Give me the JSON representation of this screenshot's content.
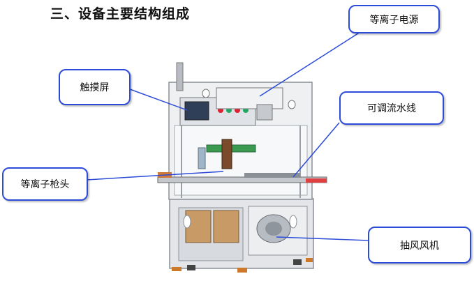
{
  "title": "三、设备主要结构组成",
  "colors": {
    "callout_border": "#2c4bd8",
    "leader_line": "#2c4bd8",
    "frame": "#c9ccd1",
    "panel_wood": "#c89a66",
    "screen": "#2f3f57"
  },
  "callouts": {
    "plasma_power": "等离子电源",
    "touch_screen": "触摸屏",
    "conveyor_line": "可调流水线",
    "plasma_gun": "等离子枪头",
    "exhaust_fan": "抽风风机"
  }
}
